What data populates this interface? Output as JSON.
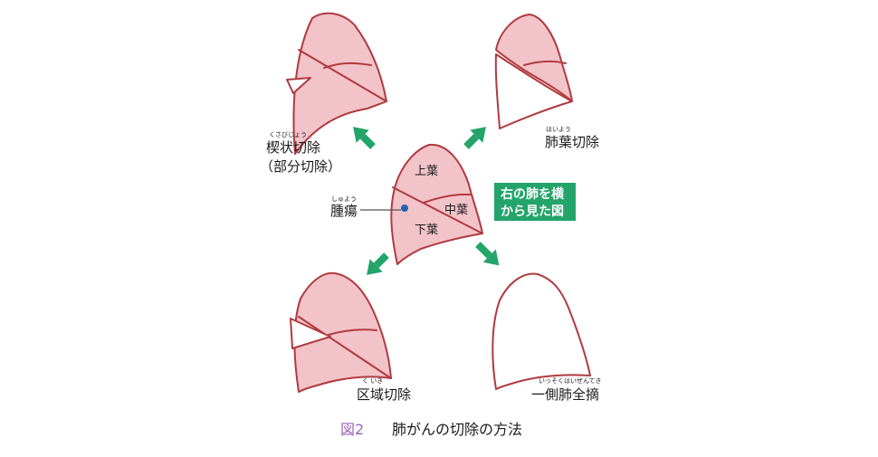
{
  "labels": {
    "wedge": {
      "ruby": "くさびじょう",
      "main": "楔状切除",
      "sub": "（部分切除）"
    },
    "lobectomy": {
      "ruby": "はいよう",
      "main": "肺葉切除"
    },
    "segmentectomy": {
      "ruby": "く いき",
      "main": "区域切除"
    },
    "pneumonectomy": {
      "ruby": "いっそくはいぜんてき",
      "main": "一側肺全摘"
    },
    "tumor": {
      "ruby": "しゅよう",
      "main": "腫瘍"
    },
    "lobes": {
      "upper": "上葉",
      "middle": "中葉",
      "lower": "下葉"
    }
  },
  "badge": {
    "line1": "右の肺を横",
    "line2": "から見た図"
  },
  "caption": {
    "number": "図2",
    "title": "肺がんの切除の方法"
  },
  "colors": {
    "lung_fill": "#f2c3c9",
    "lung_outline": "#b03a40",
    "arrow": "#23a46b",
    "badge": "#23a46b",
    "tumor": "#1f63b8",
    "caption_number": "#9a64b4"
  }
}
